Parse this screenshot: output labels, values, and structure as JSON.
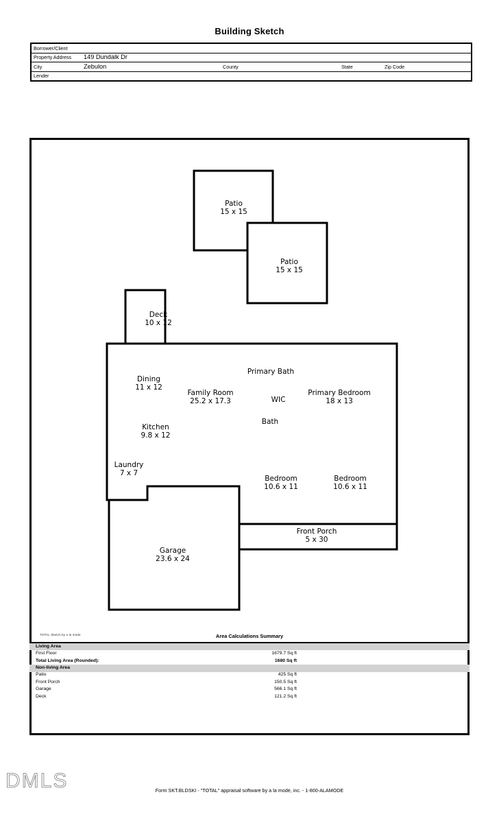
{
  "page": {
    "title": "Building Sketch"
  },
  "header": {
    "rows": [
      {
        "label": "Borrower/Client",
        "value": ""
      },
      {
        "label": "Property Address",
        "value": "149 Dundalk Dr"
      },
      {
        "label": "City",
        "value": "Zebulon"
      },
      {
        "label": "Lender",
        "value": ""
      }
    ],
    "borrower_label": "Borrower/Client",
    "borrower_value": "",
    "property_address_label": "Property Address",
    "property_address_value": "149 Dundalk Dr",
    "city_label": "City",
    "city_value": "Zebulon",
    "county_label": "County",
    "county_value": "",
    "state_label": "State",
    "state_value": "",
    "zip_label": "Zip Code",
    "zip_value": "",
    "lender_label": "Lender",
    "lender_value": ""
  },
  "sketch": {
    "credit": "TOTAL Sketch by a la mode",
    "summary_title": "Area Calculations Summary",
    "rooms": [
      {
        "name": "Patio",
        "dims": "15 x 15"
      },
      {
        "name": "Patio",
        "dims": "15 x 15"
      },
      {
        "name": "Deck",
        "dims": "10 x 12"
      },
      {
        "name": "Dining",
        "dims": "11 x 12"
      },
      {
        "name": "Family Room",
        "dims": "25.2 x 17.3"
      },
      {
        "name": "Primary Bath",
        "dims": ""
      },
      {
        "name": "WIC",
        "dims": ""
      },
      {
        "name": "Primary Bedroom",
        "dims": "18 x 13"
      },
      {
        "name": "Bath",
        "dims": ""
      },
      {
        "name": "Kitchen",
        "dims": "9.8 x 12"
      },
      {
        "name": "Laundry",
        "dims": "7 x 7"
      },
      {
        "name": "Bedroom",
        "dims": "10.6 x 11"
      },
      {
        "name": "Bedroom",
        "dims": "10.6 x 11"
      },
      {
        "name": "Garage",
        "dims": "23.6 x 24"
      },
      {
        "name": "Front Porch",
        "dims": "5 x 30"
      }
    ],
    "labels": {
      "patio1_name": "Patio",
      "patio1_dims": "15 x 15",
      "patio2_name": "Patio",
      "patio2_dims": "15 x 15",
      "deck_name": "Deck",
      "deck_dims": "10 x 12",
      "dining_name": "Dining",
      "dining_dims": "11 x 12",
      "family_name": "Family Room",
      "family_dims": "25.2 x 17.3",
      "primarybath_name": "Primary Bath",
      "wic_name": "WIC",
      "primarybed_name": "Primary Bedroom",
      "primarybed_dims": "18 x 13",
      "bath_name": "Bath",
      "kitchen_name": "Kitchen",
      "kitchen_dims": "9.8 x 12",
      "laundry_name": "Laundry",
      "laundry_dims": "7 x 7",
      "bedroom1_name": "Bedroom",
      "bedroom1_dims": "10.6 x 11",
      "bedroom2_name": "Bedroom",
      "bedroom2_dims": "10.6 x 11",
      "garage_name": "Garage",
      "garage_dims": "23.6 x 24",
      "porch_name": "Front Porch",
      "porch_dims": "5 x 30"
    }
  },
  "area_calculations": {
    "title": "Area Calculations Summary",
    "sections": [
      {
        "heading": "Living Area",
        "rows": [
          {
            "name": "First Floor",
            "value": "1679.7 Sq ft",
            "bold": false
          },
          {
            "name": "Total Living Area (Rounded):",
            "value": "1680 Sq ft",
            "bold": true
          }
        ]
      },
      {
        "heading": "Non-living Area",
        "rows": [
          {
            "name": "Patio",
            "value": "425 Sq ft",
            "bold": false
          },
          {
            "name": "Front Porch",
            "value": "150.5 Sq ft",
            "bold": false
          },
          {
            "name": "Garage",
            "value": "566.1 Sq ft",
            "bold": false
          },
          {
            "name": "Deck",
            "value": "121.2 Sq ft",
            "bold": false
          }
        ]
      }
    ],
    "living_heading": "Living Area",
    "first_floor_label": "First Floor",
    "first_floor_value": "1679.7 Sq ft",
    "total_living_label": "Total Living Area (Rounded):",
    "total_living_value": "1680 Sq ft",
    "nonliving_heading": "Non-living Area",
    "patio_label": "Patio",
    "patio_value": "425 Sq ft",
    "porch_label": "Front Porch",
    "porch_value": "150.5 Sq ft",
    "garage_label": "Garage",
    "garage_value": "566.1 Sq ft",
    "deck_label": "Deck",
    "deck_value": "121.2 Sq ft"
  },
  "footer": {
    "logo": "DMLS",
    "form_text": "Form SKT.BLDSKI - \"TOTAL\" appraisal software by a la mode, inc. - 1-800-ALAMODE"
  },
  "colors": {
    "line": "#000000",
    "section_band": "#d2d2d2",
    "page_background": "#ffffff",
    "logo_stroke": "#7a7a7a"
  }
}
